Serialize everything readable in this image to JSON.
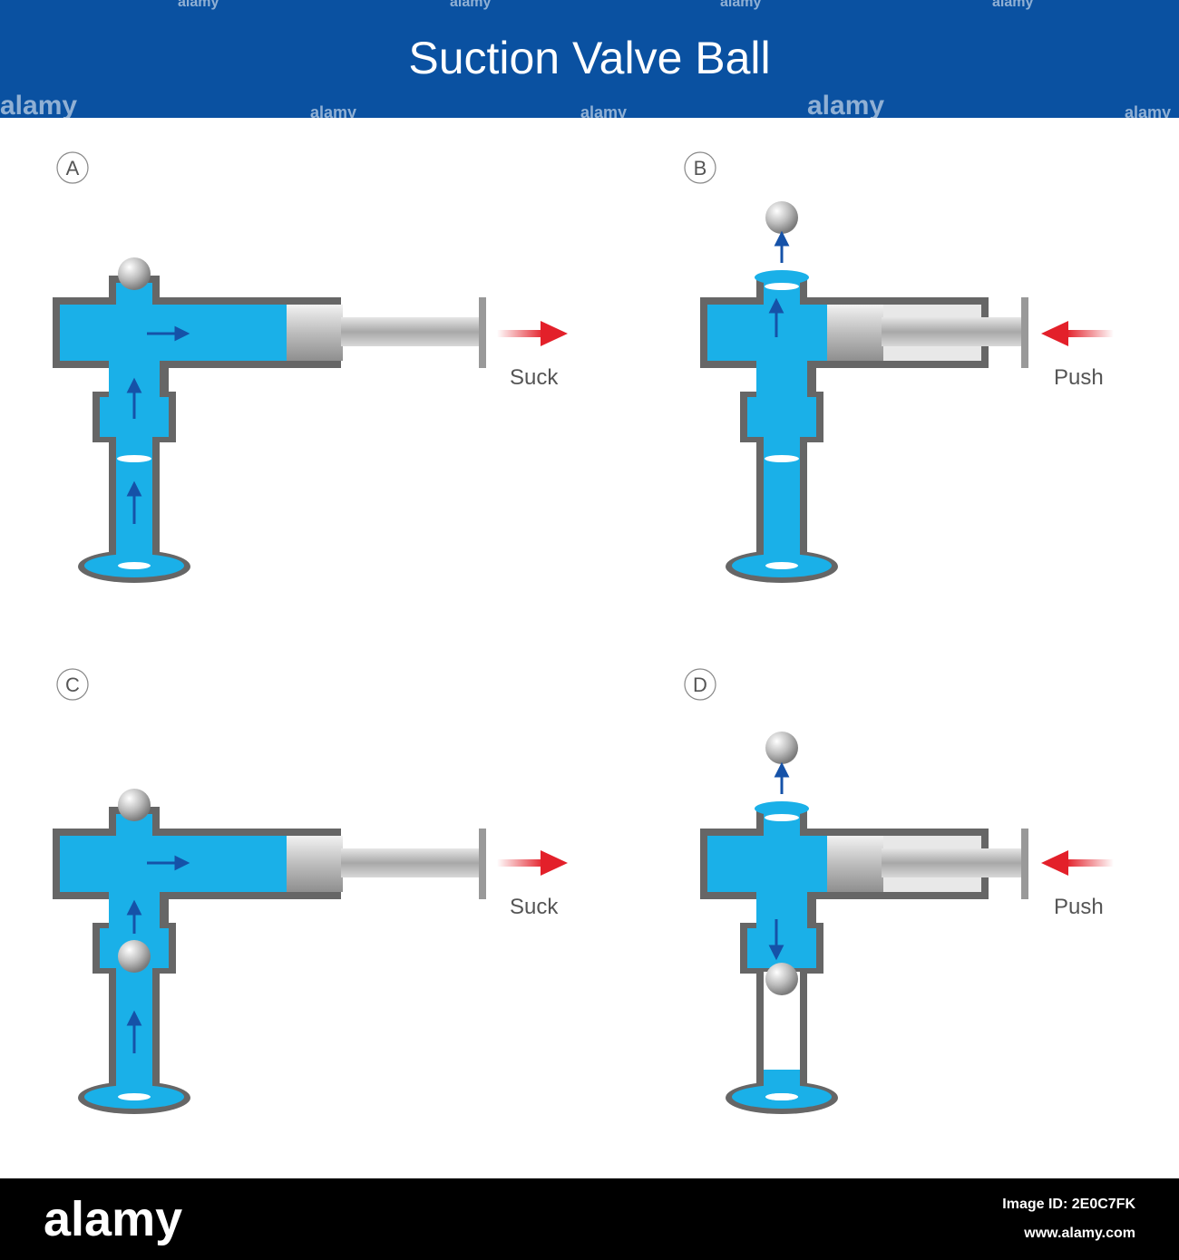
{
  "title": "Suction Valve Ball",
  "panels": [
    {
      "label": "A",
      "action": "Suck",
      "ball": "top-seat",
      "flow": "up-and-right"
    },
    {
      "label": "B",
      "action": "Push",
      "ball": "lifted-top",
      "flow": "up-out"
    },
    {
      "label": "C",
      "action": "Suck",
      "ball": "mid-chamber",
      "flow": "up-and-right"
    },
    {
      "label": "D",
      "action": "Push",
      "ball": "lower-seat",
      "flow": "down-and-up-out"
    }
  ],
  "colors": {
    "header": "#0a51a1",
    "water": "#1ab0e8",
    "casing": "#666666",
    "flow_arrow": "#1552a8",
    "action_arrow": "#e3202a",
    "footer": "#000000"
  },
  "watermark": {
    "text": "alamy",
    "footer_brand": "alamy",
    "image_id": "Image ID: 2E0C7FK",
    "url": "www.alamy.com"
  }
}
